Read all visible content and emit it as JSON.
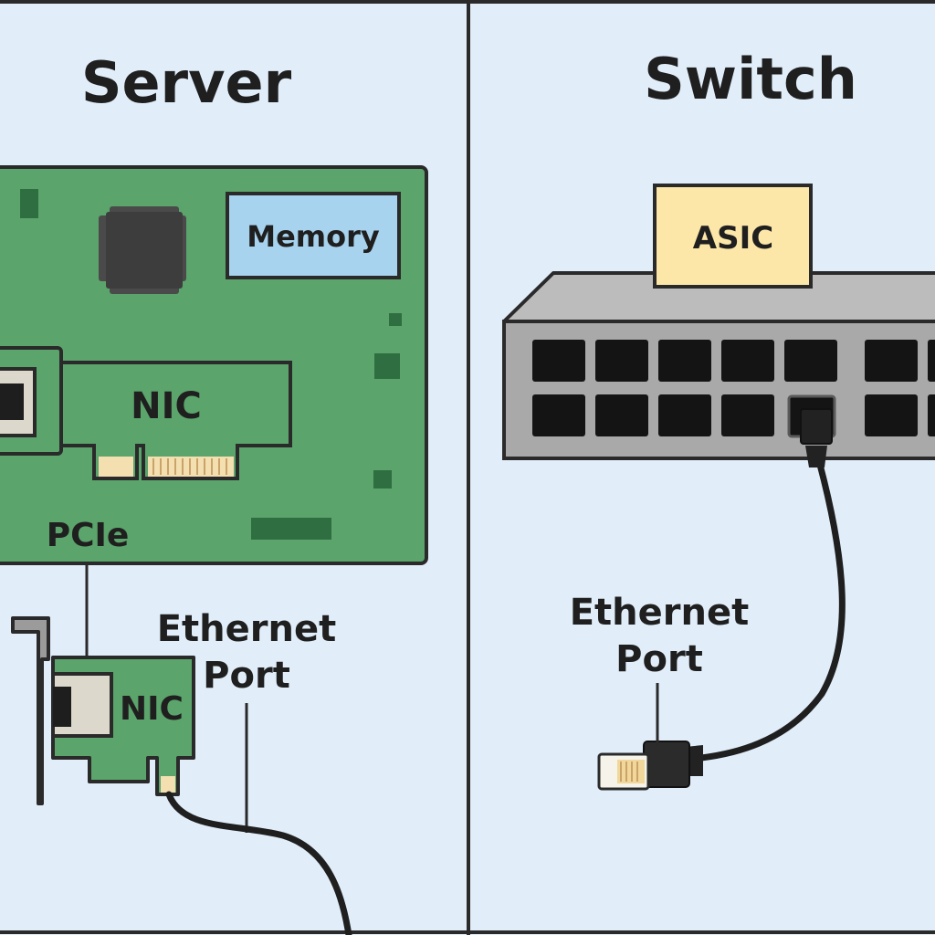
{
  "panels": {
    "server": {
      "title": "Server"
    },
    "switch": {
      "title": "Switch"
    }
  },
  "server": {
    "memory_label": "Memory",
    "nic_on_board_label": "NIC",
    "pcie_label": "PCIe",
    "nic_card_label": "NIC",
    "ethernet_port_label": {
      "line1": "Ethernet",
      "line2": "Port"
    }
  },
  "switch": {
    "asic_label": "ASIC",
    "ethernet_port_label": {
      "line1": "Ethernet",
      "line2": "Port"
    }
  },
  "colors": {
    "background": "#e1eefa",
    "board_green": "#5ba46b",
    "memory_blue": "#a7d3ee",
    "asic_yellow": "#fce7a8",
    "switch_gray": "#a9a9a9",
    "outline": "#2a2a2a",
    "gold_contacts": "#f4dfb0"
  }
}
